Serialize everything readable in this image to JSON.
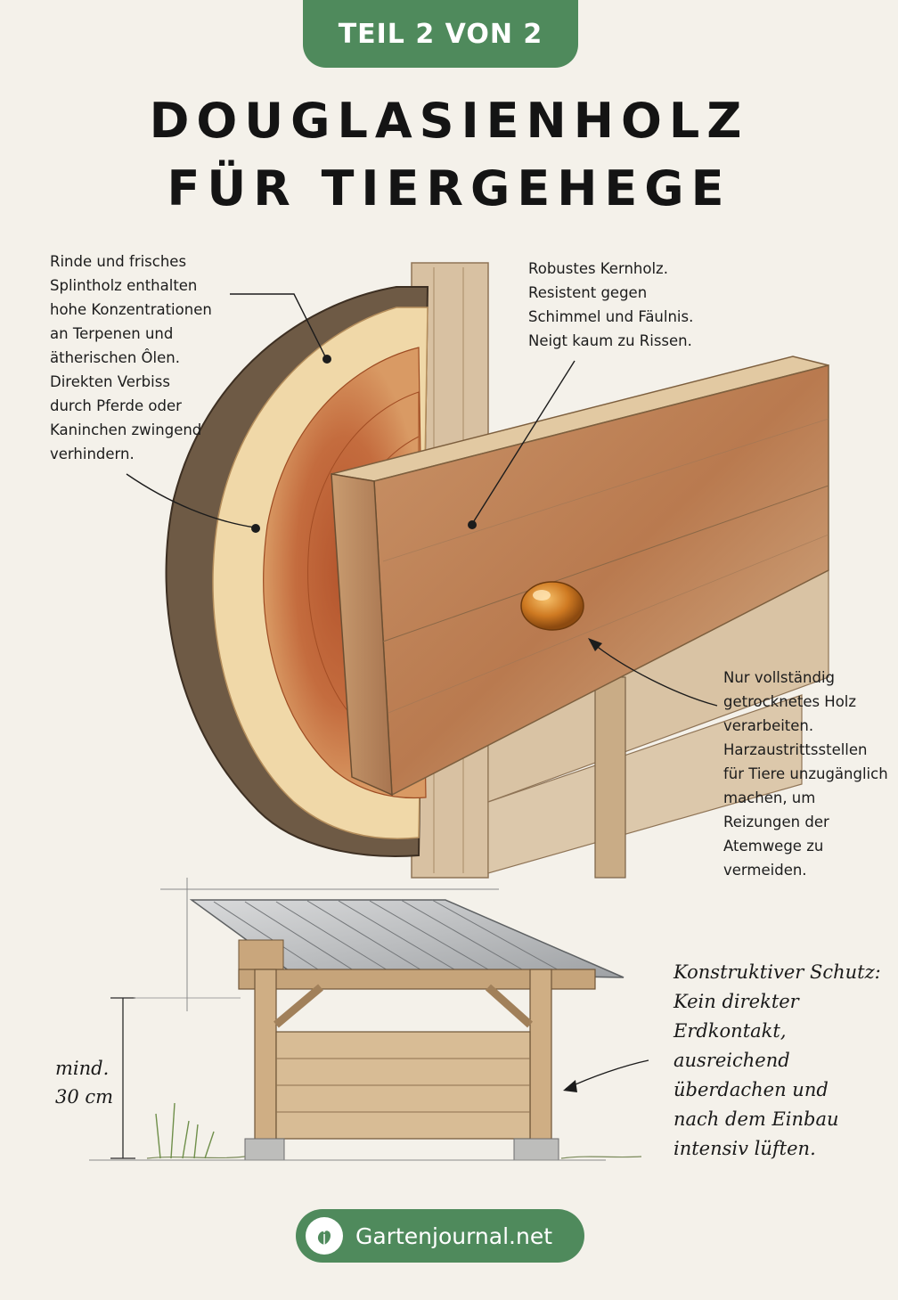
{
  "header": {
    "part_label": "TEIL 2 VON 2",
    "title_line1": "DOUGLASIENHOLZ",
    "title_line2": "FÜR TIERGEHEGE"
  },
  "annotations": {
    "bark": {
      "lines": [
        "Rinde und frisches",
        "Splintholz enthalten",
        "hohe Konzentrationen",
        "an Terpenen und",
        "ätherischen Ôlen.",
        "Direkten Verbiss",
        "durch Pferde oder",
        "Kaninchen zwingend",
        "verhindern."
      ]
    },
    "heartwood": {
      "lines": [
        "Robustes Kernholz.",
        "Resistent gegen",
        "Schimmel und Fäulnis.",
        "Neigt kaum zu Rissen."
      ]
    },
    "resin": {
      "lines": [
        "Nur vollständig",
        "getrocknetes Holz",
        "verarbeiten.",
        "Harzaustrittsstellen",
        "für Tiere unzugänglich",
        "machen, um",
        "Reizungen der",
        "Atemwege zu",
        "vermeiden."
      ]
    },
    "construction": {
      "lines": [
        "Konstruktiver Schutz:",
        "Kein direkter",
        "Erdkontakt,",
        "ausreichend",
        "überdachen und",
        "nach dem Einbau",
        "intensiv lüften."
      ]
    },
    "height": {
      "lines": [
        "mind.",
        "30 cm"
      ]
    }
  },
  "footer": {
    "brand": "Gartenjournal.net"
  },
  "colors": {
    "accent_green": "#4f8a5c",
    "background": "#f4f1ea",
    "text": "#141414"
  }
}
